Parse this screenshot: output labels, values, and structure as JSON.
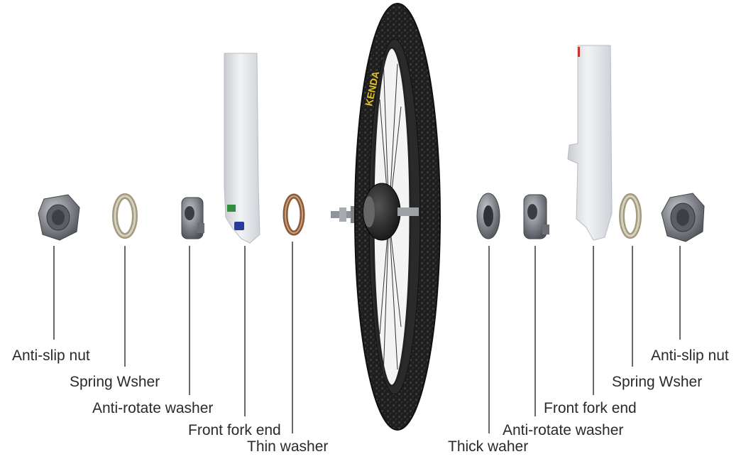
{
  "colors": {
    "label_text": "#2a2a2a",
    "leader_line": "#444444",
    "fork": "#e6e8ec",
    "tire": "#1e1e1e",
    "tire_brand": "#e0c020",
    "metal": "#8c9096"
  },
  "left_parts": [
    {
      "name": "nut",
      "label": "Anti-slip nut"
    },
    {
      "name": "spring-washer",
      "label": "Spring Wsher"
    },
    {
      "name": "anti-rotate-washer",
      "label": "Anti-rotate washer"
    },
    {
      "name": "fork-end",
      "label": "Front fork end"
    },
    {
      "name": "thin-washer",
      "label": "Thin washer"
    }
  ],
  "right_parts": [
    {
      "name": "thick-washer",
      "label": "Thick waher"
    },
    {
      "name": "anti-rotate-washer",
      "label": "Anti-rotate washer"
    },
    {
      "name": "fork-end",
      "label": "Front fork end"
    },
    {
      "name": "spring-washer",
      "label": "Spring Wsher"
    },
    {
      "name": "nut",
      "label": "Anti-slip nut"
    }
  ],
  "wheel": {
    "brand_text": "KENDA"
  }
}
